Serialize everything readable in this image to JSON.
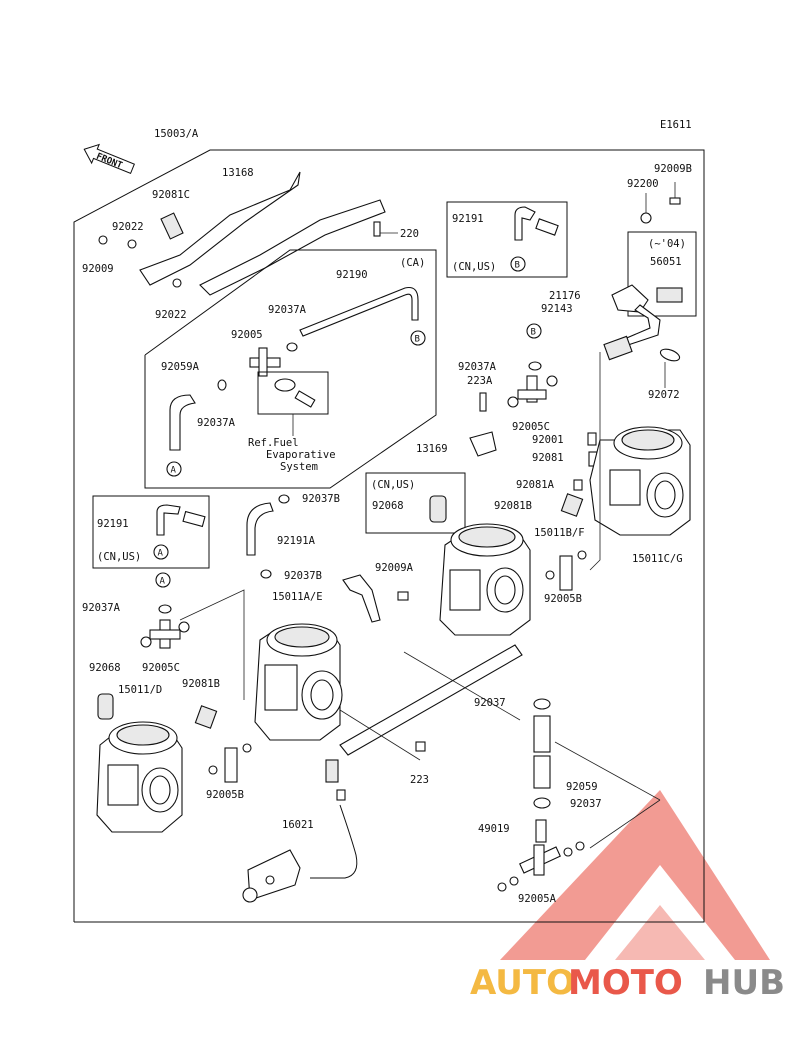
{
  "diagram": {
    "code": "E1611",
    "front_label": "FRONT",
    "ref_note": [
      "Ref.Fuel",
      "Evaporative",
      "System"
    ],
    "boxes": {
      "ca": "(CA)",
      "cn_us_top": "(CN,US)",
      "cn_us_mid": "(CN,US)",
      "cn_us_left": "(CN,US)",
      "year_box": "(~'04)"
    },
    "markers": {
      "a": "A",
      "b": "B"
    },
    "parts": {
      "p15003A": "15003/A",
      "p13168": "13168",
      "p92081C": "92081C",
      "p92022a": "92022",
      "p92009": "92009",
      "p92022b": "92022",
      "p220": "220",
      "p92191top": "92191",
      "p92009B": "92009B",
      "p92200": "92200",
      "p56051": "56051",
      "p92190": "92190",
      "p92037A_ca": "92037A",
      "p92005": "92005",
      "p92059A": "92059A",
      "p92037A_ca2": "92037A",
      "p21176": "21176",
      "p92143": "92143",
      "p92072": "92072",
      "p92037A_mid": "92037A",
      "p223A": "223A",
      "p92005C_mid": "92005C",
      "p92001": "92001",
      "p92081": "92081",
      "p13169": "13169",
      "p92081A": "92081A",
      "p92081B_mid": "92081B",
      "p92068_mid": "92068",
      "p15011BF": "15011B/F",
      "p15011CG": "15011C/G",
      "p92191left": "92191",
      "p92037B_a": "92037B",
      "p92191A": "92191A",
      "p92037B_b": "92037B",
      "p92009A": "92009A",
      "p15011AE": "15011A/E",
      "p92005B_right": "92005B",
      "p92037A_left": "92037A",
      "p92005C_left": "92005C",
      "p92068_left": "92068",
      "p15011D": "15011/D",
      "p92081B_left": "92081B",
      "p92037": "92037",
      "p92005B_left": "92005B",
      "p223": "223",
      "p92059": "92059",
      "p92037_b": "92037",
      "p16021": "16021",
      "p49019": "49019",
      "p92005A": "92005A"
    }
  },
  "watermark": {
    "text_a": "AUTO",
    "text_b": "MOTO",
    "text_c": "HUB",
    "color_a": "#f4b942",
    "color_b": "#e9584a",
    "color_c": "#8a8a8a"
  }
}
